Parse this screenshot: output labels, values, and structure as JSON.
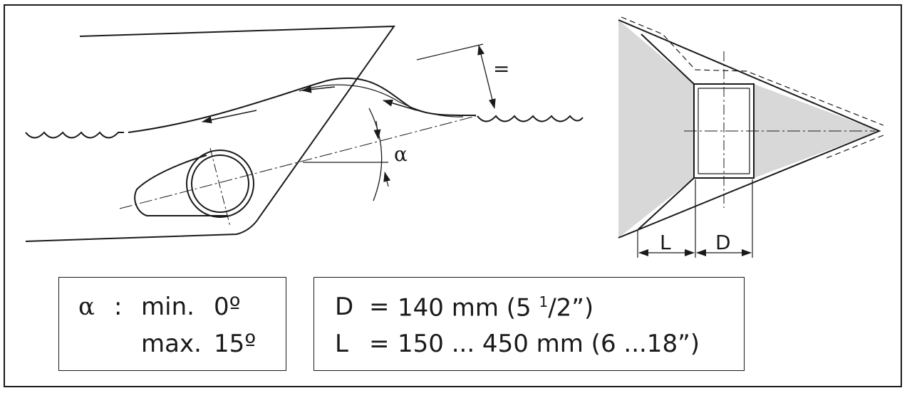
{
  "diagram": {
    "labels": {
      "alpha": "α",
      "equal": "=",
      "L": "L",
      "D": "D"
    }
  },
  "angle_box": {
    "symbol": "α",
    "colon": ":",
    "min_label": "min.",
    "min_value": "0º",
    "max_label": "max.",
    "max_value": "15º"
  },
  "dimension_box": {
    "D": {
      "symbol": "D",
      "eq": "=",
      "value": "140 mm (5 ",
      "frac_num": "1",
      "frac_den": "/2",
      "close": "”)"
    },
    "L": {
      "symbol": "L",
      "eq": "=",
      "value": "150 ... 450 mm (6 ...18”)"
    }
  }
}
